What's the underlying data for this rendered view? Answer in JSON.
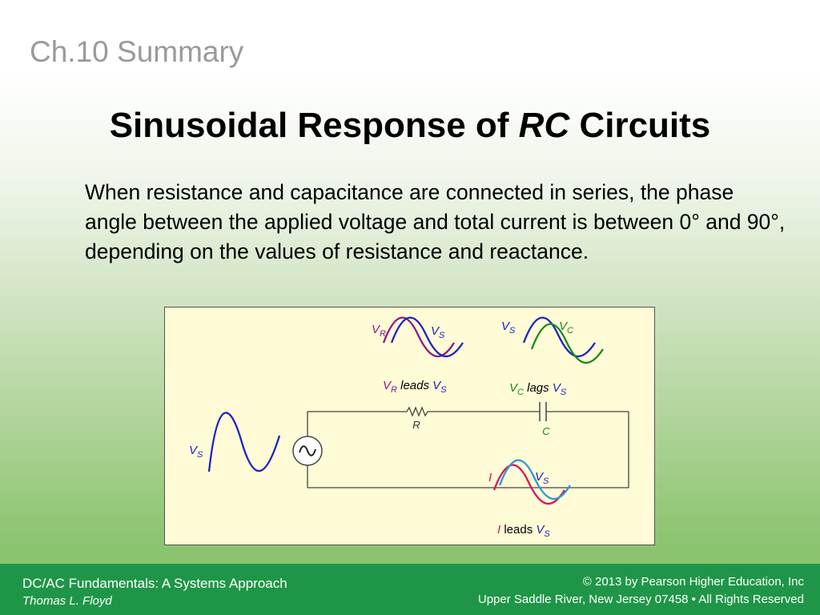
{
  "slide": {
    "chapter": "Ch.10 Summary",
    "title_part1": "Sinusoidal Response  of ",
    "title_em": "RC",
    "title_part2": " Circuits",
    "body": "When resistance and capacitance are connected in series, the phase angle between the applied voltage and total current is between 0° and 90°, depending on the values of resistance and reactance."
  },
  "figure": {
    "source_label": "V",
    "source_sub": "S",
    "vr_label": "V",
    "vr_sub": "R",
    "vs_label": "V",
    "vs_sub": "S",
    "vc_label": "V",
    "vc_sub": "C",
    "i_label": "I",
    "leads_word": " leads ",
    "lags_word": " lags ",
    "resistor_label": "R",
    "capacitor_label": "C",
    "colors": {
      "vs": "#1d22c8",
      "vr": "#8a1a8a",
      "vc": "#188a18",
      "i": "#d8145a",
      "vs_light": "#2a9ad8",
      "wire": "#444444",
      "background": "#fffbd6"
    }
  },
  "footer": {
    "book_title": "DC/AC Fundamentals:  A Systems Approach",
    "author": "Thomas L. Floyd",
    "copyright": "© 2013 by Pearson Higher Education, Inc",
    "address": "Upper Saddle River, New Jersey 07458 • All Rights Reserved"
  }
}
